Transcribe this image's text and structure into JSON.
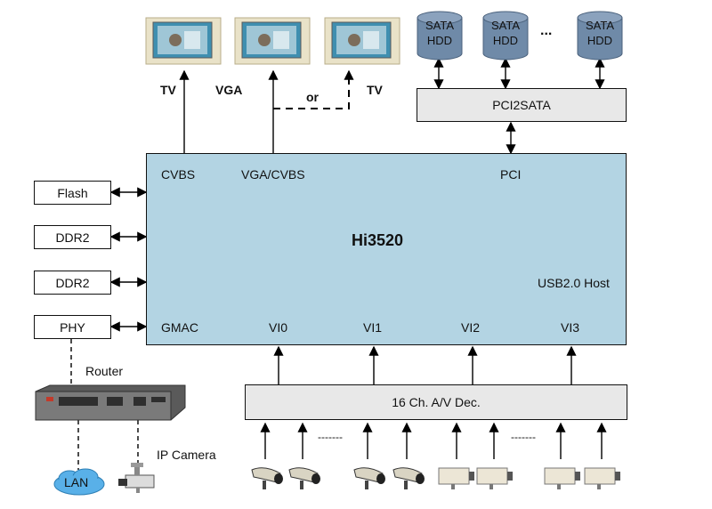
{
  "soc": {
    "name": "Hi3520",
    "ports": {
      "cvbs": "CVBS",
      "vga_cvbs": "VGA/CVBS",
      "pci": "PCI",
      "usb": "USB2.0 Host",
      "gmac": "GMAC",
      "vi0": "VI0",
      "vi1": "VI1",
      "vi2": "VI2",
      "vi3": "VI3"
    }
  },
  "memory": {
    "flash": "Flash",
    "ddr2_a": "DDR2",
    "ddr2_b": "DDR2",
    "phy": "PHY"
  },
  "storage": {
    "bridge": "PCI2SATA",
    "hdds": [
      {
        "line1": "SATA",
        "line2": "HDD"
      },
      {
        "line1": "SATA",
        "line2": "HDD"
      },
      {
        "line1": "SATA",
        "line2": "HDD"
      }
    ],
    "ellipsis": "..."
  },
  "outputs": {
    "tv1": "TV",
    "vga": "VGA",
    "or": "or",
    "tv2": "TV"
  },
  "decoder": "16 Ch. A/V Dec.",
  "network": {
    "router": "Router",
    "ip_camera": "IP Camera",
    "lan": "LAN"
  },
  "dashes": {
    "left": "-------",
    "right": "-------"
  },
  "colors": {
    "soc_fill": "#b3d4e3",
    "box_fill": "#e8e8e8",
    "hdd_fill": "#6f8aa8",
    "lan_fill": "#59b0e8"
  }
}
